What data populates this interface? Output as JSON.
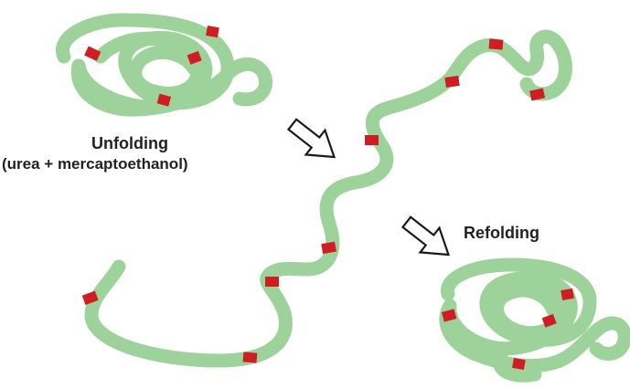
{
  "labels": {
    "unfolding": "Unfolding",
    "unfolding_conditions": "(urea + mercaptoethanol)",
    "refolding": "Refolding"
  },
  "colors": {
    "chain": "#9dd39a",
    "disulfide": "#cf1d24",
    "arrow_outline": "#1a1a1a",
    "arrow_fill": "#ffffff",
    "text": "#222222"
  }
}
